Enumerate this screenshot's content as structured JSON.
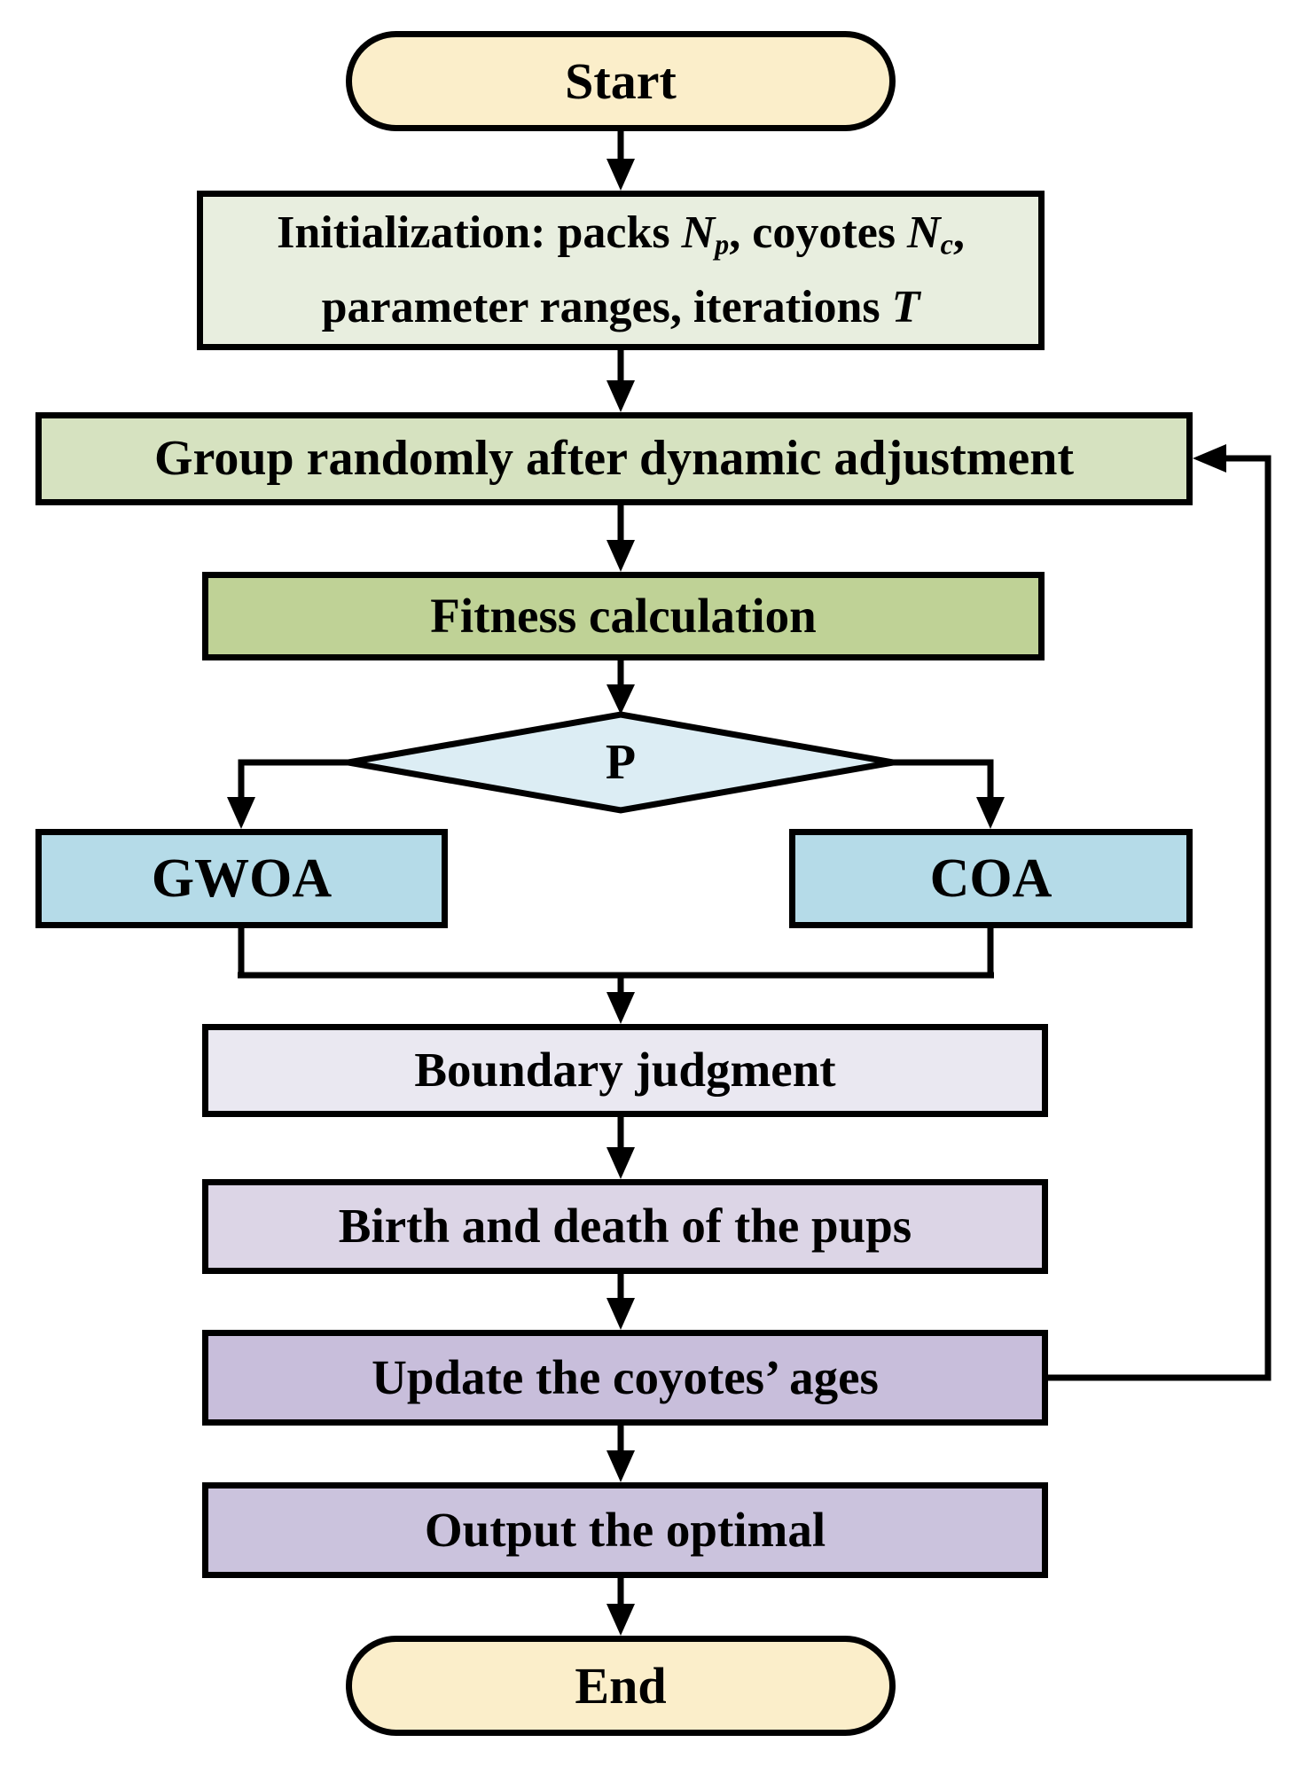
{
  "flowchart": {
    "background_color": "#ffffff",
    "line_color": "#000000",
    "nodes": {
      "start": {
        "label": "Start",
        "fill": "#fbeeca"
      },
      "initialization": {
        "line1": [
          {
            "t": "Initialization: packs "
          },
          {
            "t": "N",
            "i": true
          },
          {
            "t": "p",
            "i": true,
            "sub": true
          },
          {
            "t": ", coyotes "
          },
          {
            "t": "N",
            "i": true
          },
          {
            "t": "c",
            "i": true,
            "sub": true
          },
          {
            "t": ","
          }
        ],
        "line2": [
          {
            "t": "parameter ranges, iterations "
          },
          {
            "t": "T",
            "i": true
          }
        ],
        "fill": "#e8eedf"
      },
      "group_randomly": {
        "label": "Group randomly after dynamic adjustment",
        "fill": "#d6e2c0"
      },
      "fitness": {
        "label": "Fitness calculation",
        "fill": "#bfd296"
      },
      "decision": {
        "label": "P",
        "fill": "#dcedf4"
      },
      "gwoa": {
        "label": "GWOA",
        "fill": "#b5dbe8"
      },
      "coa": {
        "label": "COA",
        "fill": "#b5dbe8"
      },
      "boundary": {
        "label": "Boundary judgment",
        "fill": "#eae8f1"
      },
      "birth_death": {
        "label": "Birth and death of the pups",
        "fill": "#dcd5e6"
      },
      "update_ages": {
        "label": "Update the coyotes’ ages",
        "fill": "#c8bedb"
      },
      "output": {
        "label": "Output the optimal",
        "fill": "#cbc3dd"
      },
      "end": {
        "label": "End",
        "fill": "#fbeeca"
      }
    }
  }
}
